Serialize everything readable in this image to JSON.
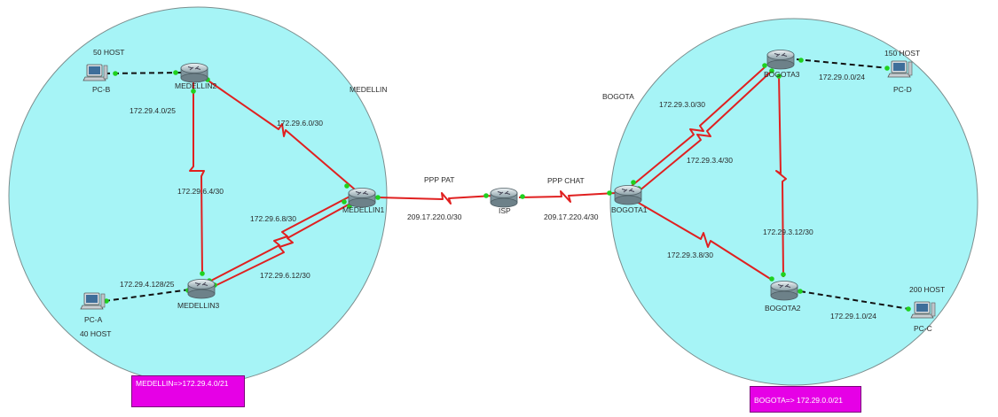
{
  "zones": [
    {
      "id": "medellin",
      "label": "MEDELLIN",
      "color": "#a6f4f6"
    },
    {
      "id": "bogota",
      "label": "BOGOTA",
      "color": "#a6f4f6"
    }
  ],
  "routers": [
    {
      "id": "medellin2",
      "label": "MEDELLIN2"
    },
    {
      "id": "medellin1",
      "label": "MEDELLIN1"
    },
    {
      "id": "medellin3",
      "label": "MEDELLIN3"
    },
    {
      "id": "isp",
      "label": "ISP"
    },
    {
      "id": "bogota1",
      "label": "BOGOTA1"
    },
    {
      "id": "bogota2",
      "label": "BOGOTA2"
    },
    {
      "id": "bogota3",
      "label": "BOGOTA3"
    }
  ],
  "pcs": [
    {
      "id": "pc-b",
      "label": "PC-B",
      "hosts": "50 HOST"
    },
    {
      "id": "pc-a",
      "label": "PC-A",
      "hosts": "40 HOST"
    },
    {
      "id": "pc-d",
      "label": "PC-D",
      "hosts": "150 HOST"
    },
    {
      "id": "pc-c",
      "label": "PC-C",
      "hosts": "200 HOST"
    }
  ],
  "links": [
    {
      "id": "pcb-medellin2",
      "from": "pc-b",
      "to": "medellin2",
      "type": "ethernet",
      "label": ""
    },
    {
      "id": "medellin2-medellin1",
      "from": "medellin2",
      "to": "medellin1",
      "type": "serial",
      "label": "172.29.6.0/30"
    },
    {
      "id": "medellin2-medellin3",
      "from": "medellin2",
      "to": "medellin3",
      "type": "serial",
      "label": "172.29.6.4/30"
    },
    {
      "id": "medellin1-medellin3-a",
      "from": "medellin1",
      "to": "medellin3",
      "type": "serial",
      "label": "172.29.6.8/30"
    },
    {
      "id": "medellin1-medellin3-b",
      "from": "medellin1",
      "to": "medellin3",
      "type": "serial",
      "label": "172.29.6.12/30"
    },
    {
      "id": "pca-medellin3",
      "from": "pc-a",
      "to": "medellin3",
      "type": "ethernet",
      "label": "172.29.4.128/25"
    },
    {
      "id": "medellin1-isp",
      "from": "medellin1",
      "to": "isp",
      "type": "serial",
      "label": "209.17.220.0/30"
    },
    {
      "id": "isp-bogota1",
      "from": "isp",
      "to": "bogota1",
      "type": "serial",
      "label": "209.17.220.4/30"
    },
    {
      "id": "bogota1-bogota3-a",
      "from": "bogota1",
      "to": "bogota3",
      "type": "serial",
      "label": "172.29.3.0/30"
    },
    {
      "id": "bogota1-bogota3-b",
      "from": "bogota1",
      "to": "bogota3",
      "type": "serial",
      "label": "172.29.3.4/30"
    },
    {
      "id": "bogota1-bogota2",
      "from": "bogota1",
      "to": "bogota2",
      "type": "serial",
      "label": "172.29.3.8/30"
    },
    {
      "id": "bogota3-bogota2",
      "from": "bogota3",
      "to": "bogota2",
      "type": "serial",
      "label": "172.29.3.12/30"
    },
    {
      "id": "bogota3-pcd",
      "from": "bogota3",
      "to": "pc-d",
      "type": "ethernet",
      "label": "172.29.0.0/24"
    },
    {
      "id": "bogota2-pcc",
      "from": "bogota2",
      "to": "pc-c",
      "type": "ethernet",
      "label": "172.29.1.0/24"
    }
  ],
  "labels": {
    "lan_medellin2": "172.29.4.0/25",
    "ppp_pat": "PPP PAT",
    "ppp_chat": "PPP CHAT"
  },
  "notes": {
    "medellin": "MEDELLIN=>172.29.4.0/21",
    "bogota": "BOGOTA=> 172.29.0.0/21"
  },
  "colors": {
    "serial": "#e02020",
    "ethernet": "#111111",
    "port": "#1fd11f",
    "note_bg": "#e600e6"
  }
}
